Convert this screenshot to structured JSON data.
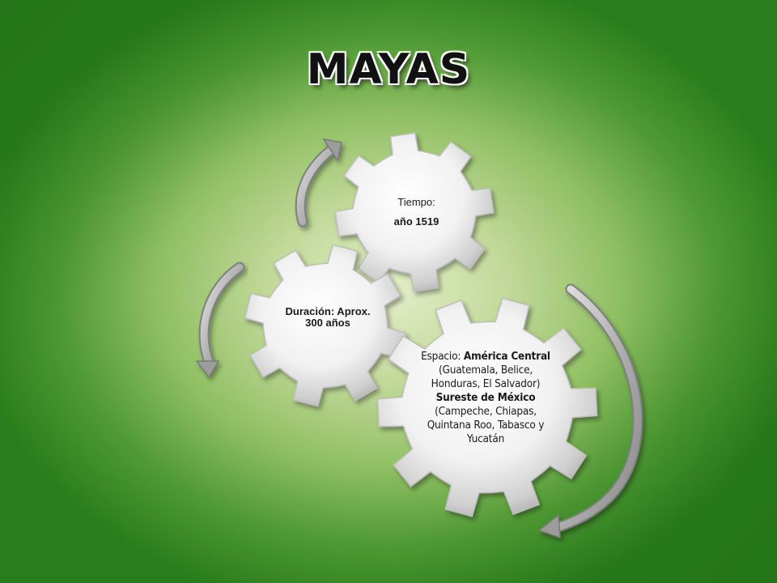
{
  "title": "MAYAS",
  "gears": {
    "tiempo": {
      "line1": "Tiempo:",
      "line2": "año 1519"
    },
    "duracion": {
      "text": "Duración: Aprox. 300 años"
    },
    "espacio": {
      "label": "Espacio:",
      "p1": "América Central",
      "p2": " (Guatemala, Belice, Honduras, El Salvador) ",
      "p3": "Sureste de México",
      "p4": " (Campeche, Chiapas, Quintana Roo, Tabasco y Yucatán"
    }
  },
  "icons": [
    "gear-icon",
    "curved-arrow-icon"
  ],
  "colors": {
    "gear_fill_light": "#ffffff",
    "gear_fill_dark": "#a9a9a9",
    "arrow": "#9a9a9a",
    "background_center": "#e3eec8",
    "background_edge": "#2a7d1c"
  }
}
